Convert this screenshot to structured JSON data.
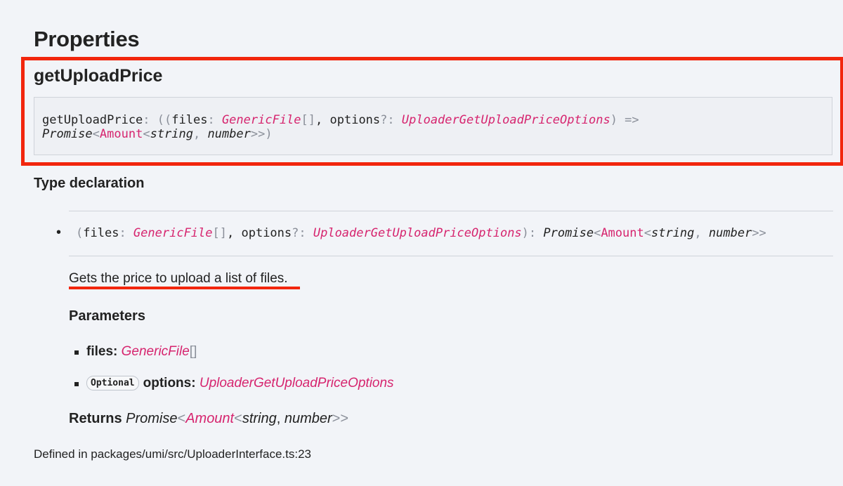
{
  "heading": "Properties",
  "member": {
    "name": "getUploadPrice",
    "signature": {
      "prefix": "getUploadPrice",
      "colon": ": ",
      "open": "((",
      "p1_name": "files",
      "p1_sep": ": ",
      "p1_type": "GenericFile",
      "p1_array": "[]",
      "comma": ", ",
      "p2_name": "options",
      "p2_sep": "?: ",
      "p2_type": "UploaderGetUploadPriceOptions",
      "close": ")",
      "arrow": " =>",
      "ret_promise": "Promise",
      "lt1": "<",
      "ret_amount": "Amount",
      "lt2": "<",
      "ret_string": "string",
      "comma2": ", ",
      "ret_number": "number",
      "gt": ">>",
      "end": ")"
    }
  },
  "type_declaration": {
    "heading": "Type declaration",
    "call": {
      "open": "(",
      "p1_name": "files",
      "p1_sep": ": ",
      "p1_type": "GenericFile",
      "p1_array": "[]",
      "comma": ", ",
      "p2_name": "options",
      "p2_sep": "?: ",
      "p2_type": "UploaderGetUploadPriceOptions",
      "close": ")",
      "ret_sep": ": ",
      "ret_promise": "Promise",
      "lt1": "<",
      "ret_amount": "Amount",
      "lt2": "<",
      "ret_string": "string",
      "comma2": ", ",
      "ret_number": "number",
      "gt": ">>"
    },
    "description": "Gets the price to upload a list of files.",
    "parameters_heading": "Parameters",
    "parameters": [
      {
        "name": "files",
        "sep": ":",
        "type": "GenericFile",
        "suffix": "[]"
      },
      {
        "badge": "Optional",
        "name": "options",
        "sep": ":",
        "type": "UploaderGetUploadPriceOptions"
      }
    ],
    "returns": {
      "label": "Returns",
      "promise": "Promise",
      "lt1": "<",
      "amount": "Amount",
      "lt2": "<",
      "string": "string",
      "comma": ", ",
      "number": "number",
      "gt": ">>"
    }
  },
  "defined_in": "Defined in packages/umi/src/UploaderInterface.ts:23",
  "colors": {
    "accent_pink": "#d6246e",
    "highlight_red": "#f2260d",
    "background": "#f2f4f8"
  }
}
